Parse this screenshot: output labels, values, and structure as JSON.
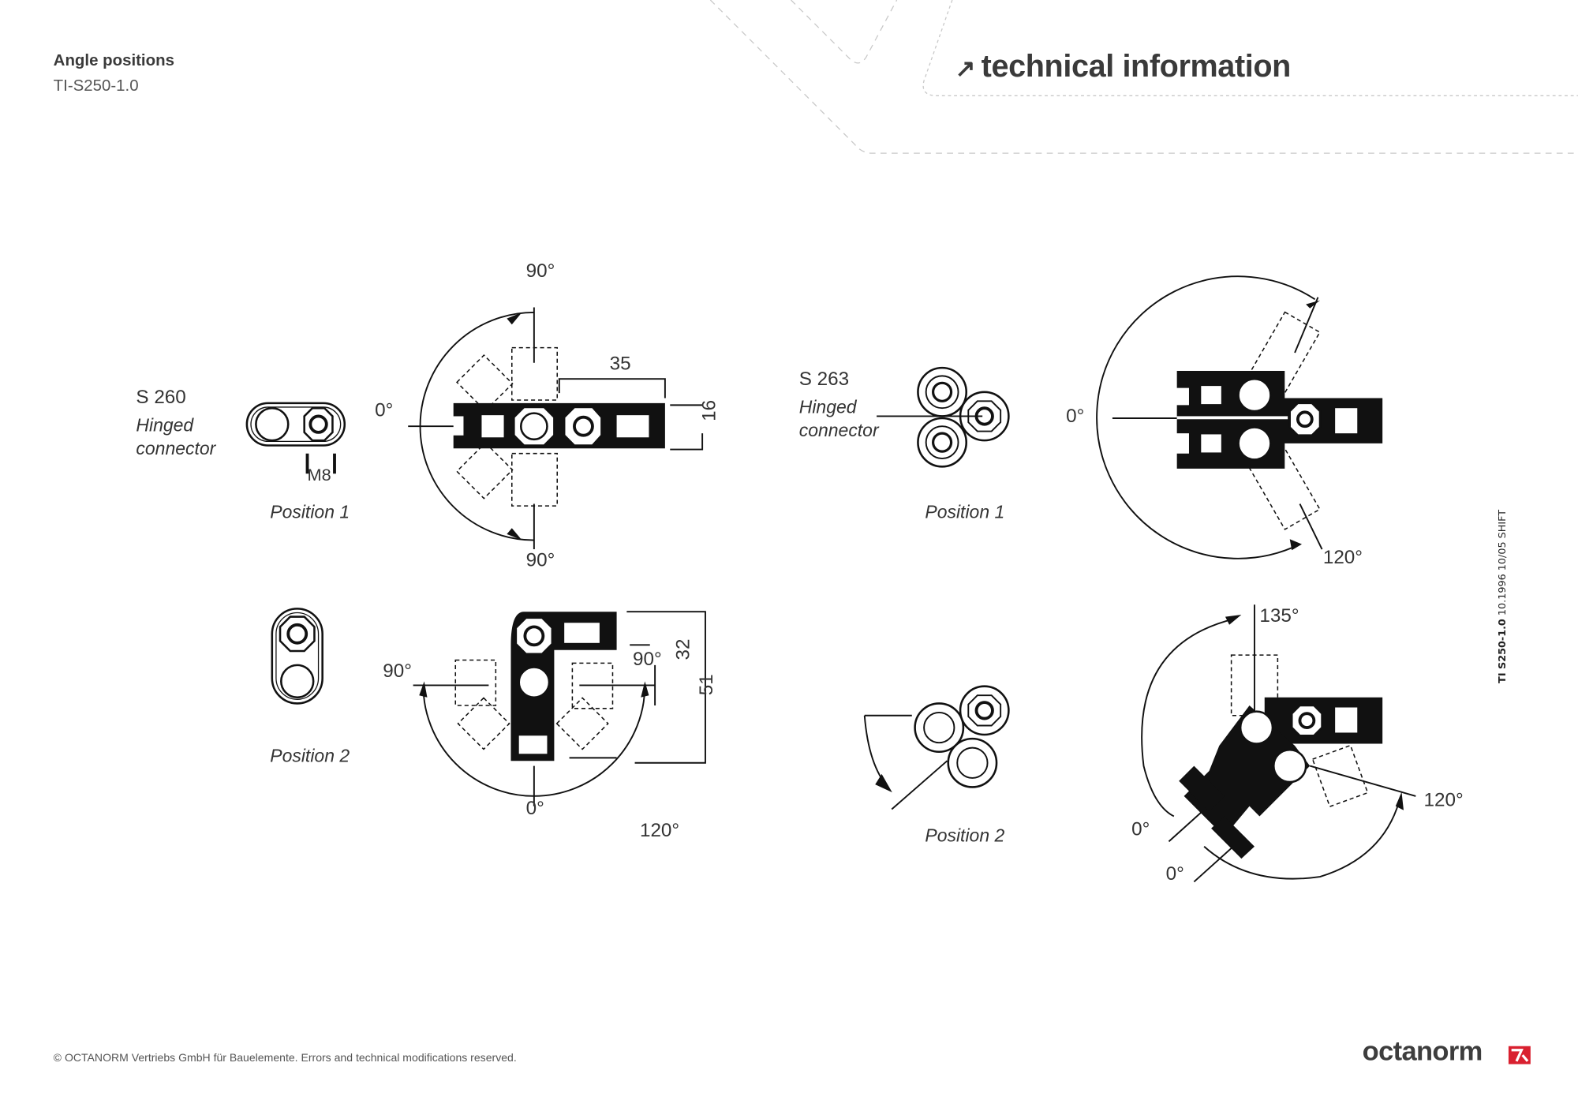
{
  "header": {
    "title": "Angle positions",
    "code": "TI-S250-1.0",
    "section_arrow": "↗",
    "section": "technical information"
  },
  "side_note": {
    "bold": "TI S250-1.0",
    "rest": "10.1996 10/05 SHIFT"
  },
  "drawings": {
    "s260": {
      "part": "S 260",
      "desc_line1": "Hinged",
      "desc_line2": "connector",
      "thread": "M8",
      "position1": "Position 1",
      "position2": "Position 2",
      "p1_angles": {
        "top": "90°",
        "left": "0°",
        "bottom": "90°"
      },
      "p1_dims": {
        "width": "35",
        "height": "16"
      },
      "p2_angles": {
        "left": "90°",
        "right": "90°",
        "bottom": "0°",
        "extra": "120°"
      },
      "p2_dims": {
        "inner": "32",
        "outer": "51"
      }
    },
    "s263": {
      "part": "S 263",
      "desc_line1": "Hinged",
      "desc_line2": "connector",
      "position1": "Position 1",
      "position2": "Position 2",
      "p1_angles": {
        "left": "0°",
        "right": "120°"
      },
      "p2_angles": {
        "top": "135°",
        "right": "120°",
        "left": "0°",
        "bottom": "0°"
      }
    }
  },
  "footer": {
    "copyright": "© OCTANORM Vertriebs GmbH für Bauelemente. Errors and technical modifications reserved.",
    "logo": "octanorm",
    "brand_color": "#d9202f"
  }
}
